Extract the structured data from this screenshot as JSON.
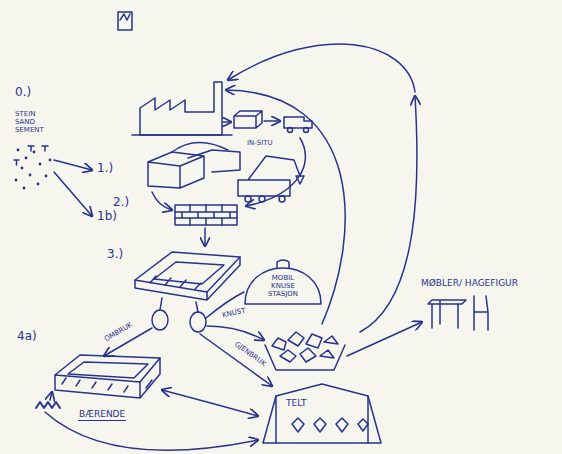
{
  "diagram": {
    "nodes": [
      {
        "text": [
          "MOBIL KNUSE STASJON"
        ]
      },
      {
        "text": [
          "TELT"
        ]
      }
    ],
    "labels": [
      "0.)",
      "STEIN SAND SEMENT",
      "1.)",
      "1b)",
      "IN-SITU",
      "2.)",
      "3.)",
      "OMBRUK",
      "GJENBRUK",
      "KNUST",
      "MØBLER/ HAGEFIGUR",
      "4a)",
      "BÆRENDE"
    ]
  }
}
